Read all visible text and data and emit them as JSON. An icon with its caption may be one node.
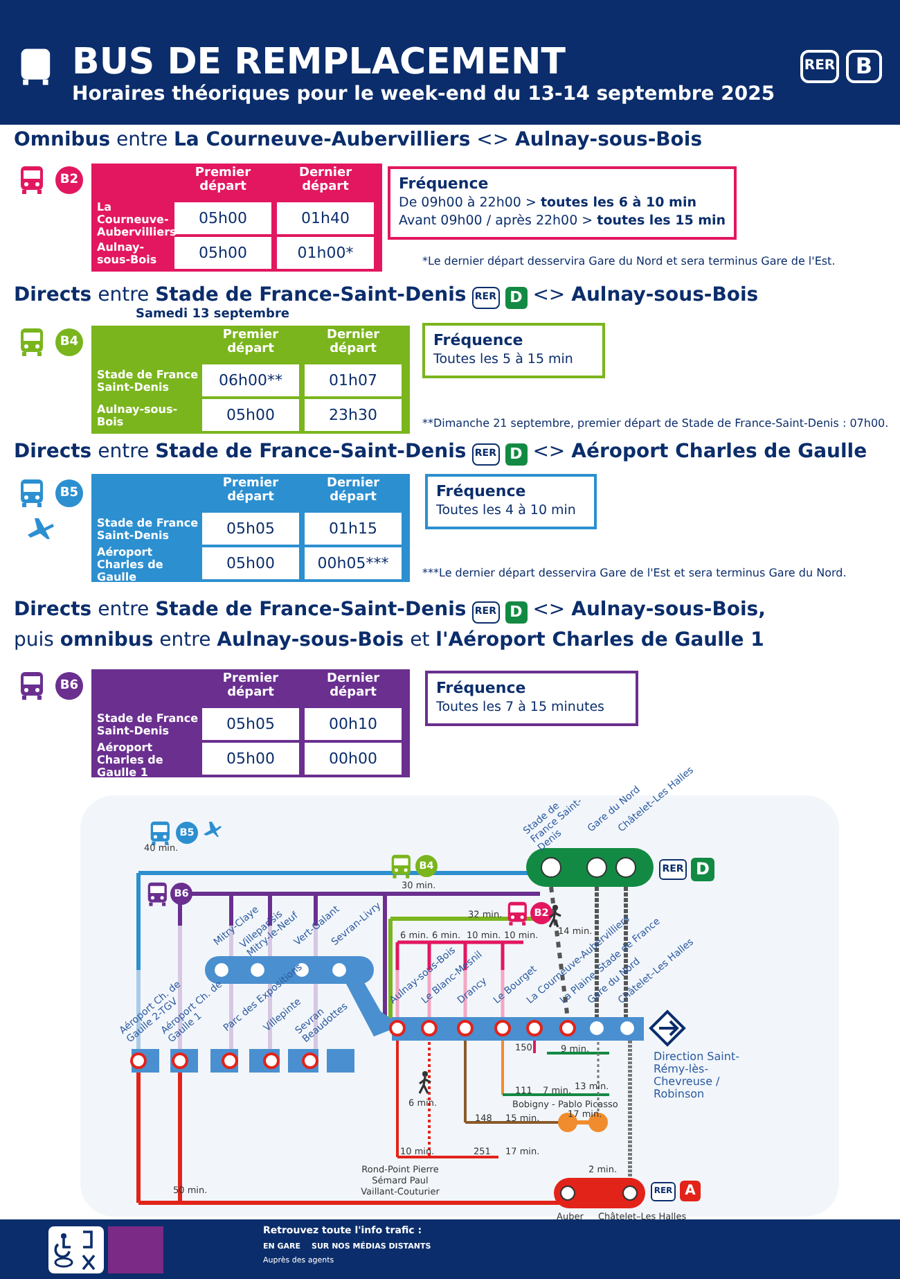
{
  "diagram": {
    "title": "BUS DE REMPLACEMENT",
    "nodes": [
      {
        "text": [
          "Fréquence",
          "De 09h00 à 22h00 > **toutes les 6 à 10 min**",
          "Avant 09h00 / après 22h00 > **toutes les 15 min**"
        ]
      },
      {
        "text": [
          "Fréquence",
          "Toutes les 5 à 15 min"
        ]
      },
      {
        "text": [
          "Fréquence",
          "Toutes les 4 à 10 min"
        ]
      },
      {
        "text": [
          "Fréquence",
          "Toutes les 7 à 15 minutes"
        ]
      },
      {
        "text": [
          "B2"
        ]
      },
      {
        "text": [
          "B4"
        ]
      },
      {
        "text": [
          "B5"
        ]
      },
      {
        "text": [
          "B6"
        ]
      },
      {
        "text": [
          "B5"
        ]
      },
      {
        "text": [
          "B6"
        ]
      },
      {
        "text": [
          "B4"
        ]
      },
      {
        "text": [
          "B2"
        ]
      }
    ],
    "labels": [
      "Horaires théoriques pour le week-end du 13-14 septembre 2025",
      "RER",
      "B",
      "**Omnibus** entre **La Courneuve-Aubervilliers** <> **Aulnay-sous-Bois**",
      "Premier départ",
      "Dernier départ",
      "La Courneuve-Aubervilliers",
      "05h00",
      "01h40",
      "Aulnay-sous-Bois",
      "05h00",
      "01h00*",
      "*Le dernier départ desservira Gare du Nord et sera terminus Gare de l'Est.",
      "**Directs** entre **Stade de France-Saint-Denis**",
      "RER",
      "D",
      "<> **Aulnay-sous-Bois**",
      "Samedi 13 septembre",
      "Premier départ",
      "Dernier départ",
      "Stade de France Saint-Denis",
      "06h00**",
      "01h07",
      "Aulnay-sous-Bois",
      "05h00",
      "23h30",
      "**Dimanche 21 septembre, premier départ de Stade de France-Saint-Denis : 07h00.",
      "**Directs** entre **Stade de France-Saint-Denis**",
      "RER",
      "D",
      "<> **Aéroport Charles de Gaulle**",
      "Premier départ",
      "Dernier départ",
      "Stade de France Saint-Denis",
      "05h05",
      "01h15",
      "Aéroport Charles de Gaulle",
      "05h00",
      "00h05***",
      "***Le dernier départ desservira Gare de l'Est et sera terminus Gare du Nord.",
      "**Directs** entre **Stade de France-Saint-Denis**",
      "RER",
      "D",
      "<> **Aulnay-sous-Bois,**",
      "puis **omnibus** entre **Aulnay-sous-Bois** et **l'Aéroport Charles de Gaulle 1**",
      "Premier départ",
      "Dernier départ",
      "Stade de France Saint-Denis",
      "05h05",
      "00h10",
      "Aéroport Charles de Gaulle 1",
      "05h00",
      "00h00",
      "40 min.",
      "30 min.",
      "32 min.",
      "14 min.",
      "6 min.",
      "6 min.",
      "10 min.",
      "10 min.",
      "Mitry-Claye",
      "Villeparisis Mitry-le-Neuf",
      "Vert-Galant",
      "Sevran-Livry",
      "Stade de France Saint-Denis",
      "Gare du Nord",
      "Châtelet–Les Halles",
      "Aulnay-sous-Bois",
      "Le Blanc-Mesnil",
      "Drancy",
      "Le Bourget",
      "La Courneuve-Aubervilliers",
      "La Plaine–Stade de France",
      "Gare du Nord",
      "Châtelet–Les Halles",
      "Aéroport Ch. de Gaulle 2-TGV",
      "Aéroport Ch. de Gaulle 1",
      "Parc des Expositions",
      "Villepinte",
      "Sevran Beaudottes",
      "Direction Saint-Rémy-lès-Chevreuse / Robinson",
      "150",
      "9 min.",
      "Bobigny - Pablo Picasso",
      "111",
      "7 min.",
      "13 min.",
      "148",
      "15 min.",
      "17 min.",
      "10 min.",
      "251",
      "17 min.",
      "Rond-Point Pierre Sémard Paul Vaillant-Couturier",
      "50 min.",
      "6 min.",
      "2 min.",
      "Auber",
      "Châtelet–Les Halles",
      "RER",
      "D",
      "RER",
      "A",
      "Retrouvez toute l'info trafic :",
      "EN GARE",
      "SUR NOS MÉDIAS DISTANTS",
      "Auprès des agents"
    ]
  }
}
